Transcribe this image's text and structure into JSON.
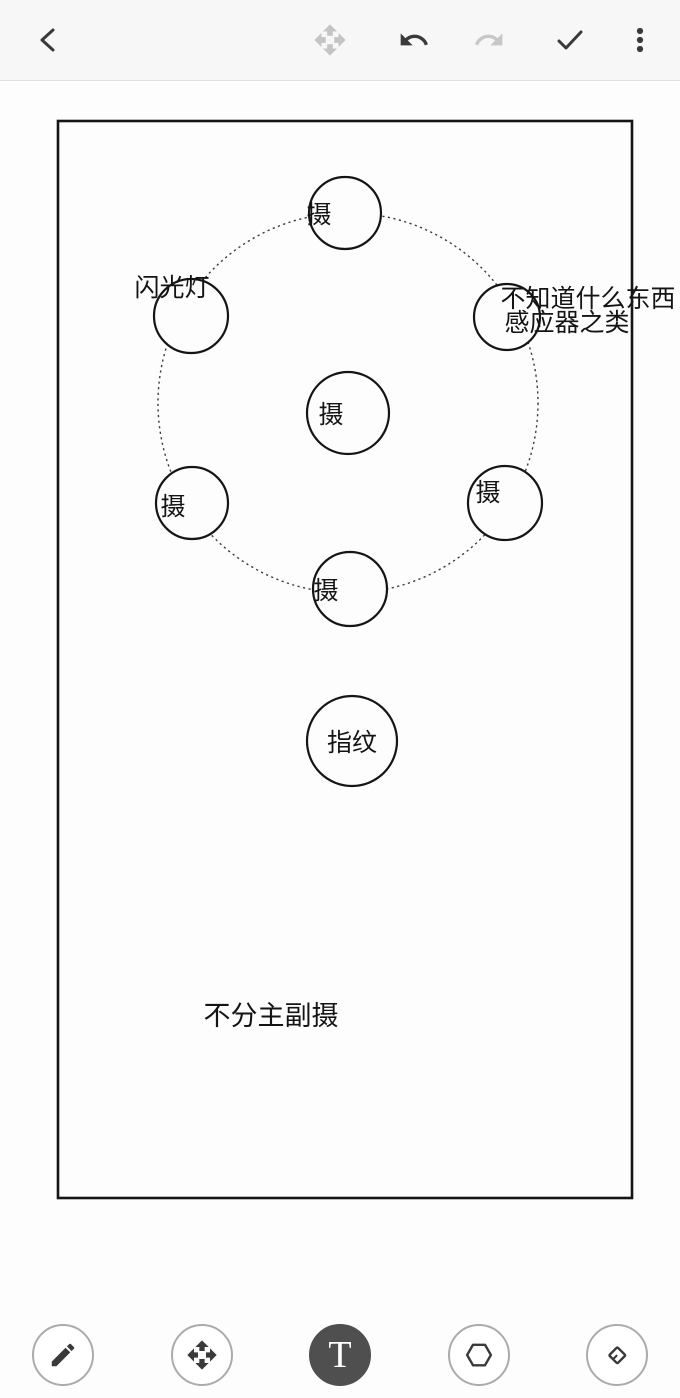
{
  "app": {
    "name": "drawing-note-editor"
  },
  "colors": {
    "topbar_bg": "#f7f7f7",
    "icon_active": "#3a3a3a",
    "icon_disabled": "#c4c4c4",
    "drawing_stroke": "#1a1a1a",
    "active_tool_bg": "#4f4f4f",
    "tool_border": "#ababab"
  },
  "canvas": {
    "annotations": {
      "top_camera": "摄",
      "flash": "闪光灯",
      "sensor_line1": "不知道什么东西",
      "sensor_line2": "感应器之类",
      "center_camera": "摄",
      "left_camera": "摄",
      "right_camera": "摄",
      "bottom_camera": "摄",
      "fingerprint": "指纹",
      "note": "不分主副摄"
    }
  },
  "bottom_toolbar": {
    "text_tool_label": "T"
  }
}
